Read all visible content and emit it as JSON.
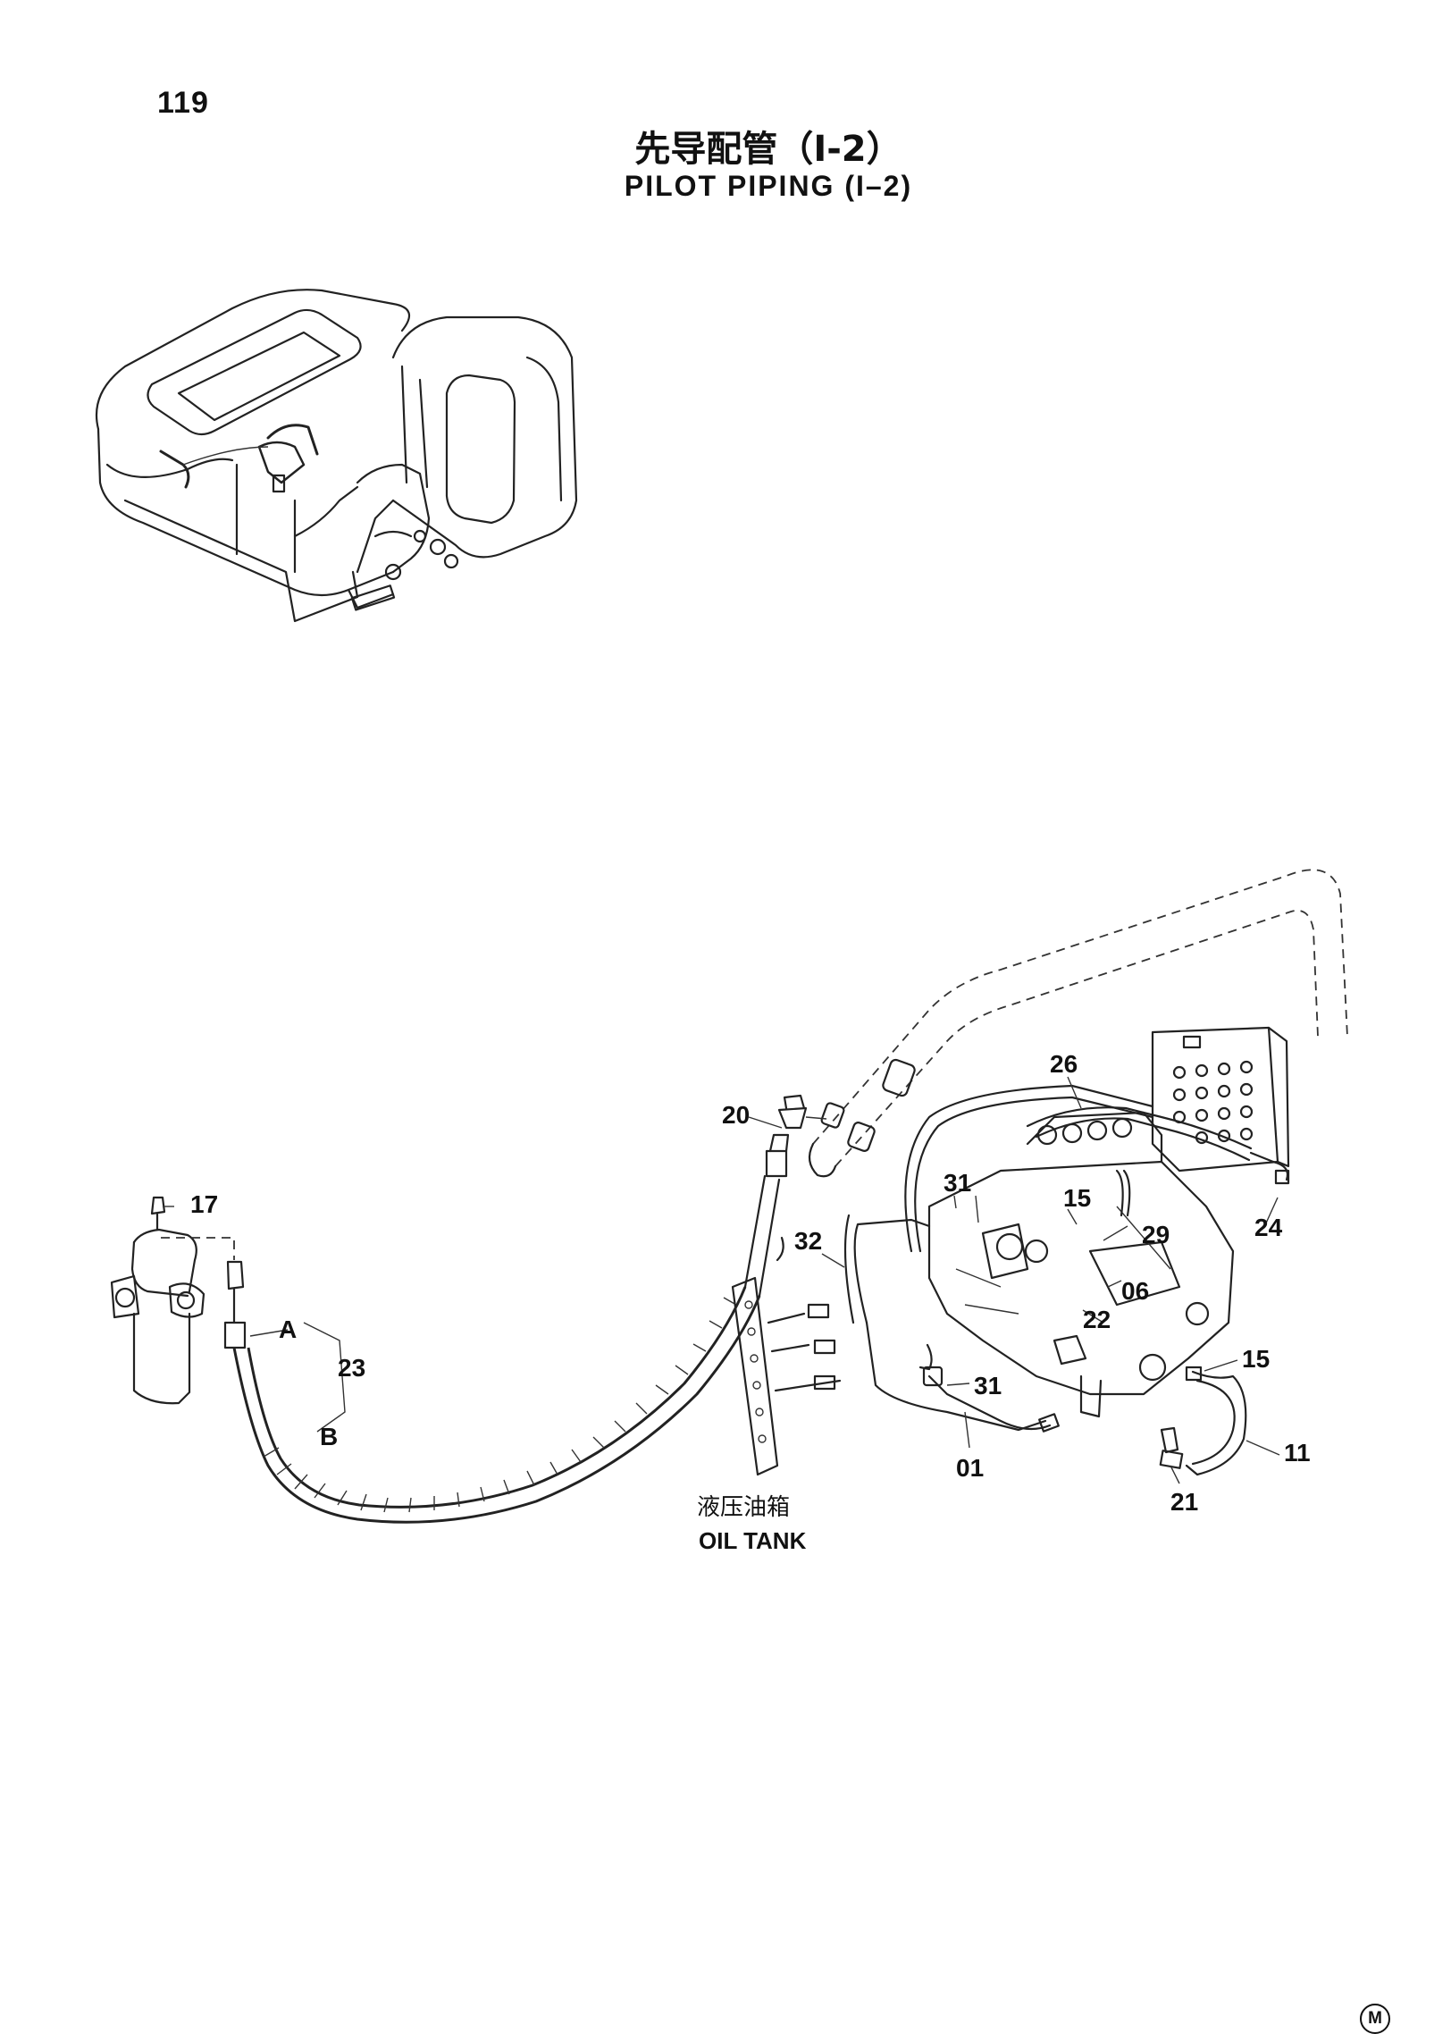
{
  "header": {
    "page_number": "119",
    "title_cn": "先导配管（I-2）",
    "title_en": "PILOT PIPING (I–2)"
  },
  "labels": {
    "p20": "20",
    "p17": "17",
    "pA": "A",
    "p23": "23",
    "pB": "B",
    "p26": "26",
    "p31a": "31",
    "p15a": "15",
    "p29": "29",
    "p24": "24",
    "p32": "32",
    "p22": "22",
    "p06": "06",
    "p15b": "15",
    "p31b": "31",
    "p11": "11",
    "p01": "01",
    "p21": "21"
  },
  "oil_tank": {
    "label_cn": "液压油箱",
    "label_en": "OIL TANK"
  },
  "corner_mark": "M"
}
